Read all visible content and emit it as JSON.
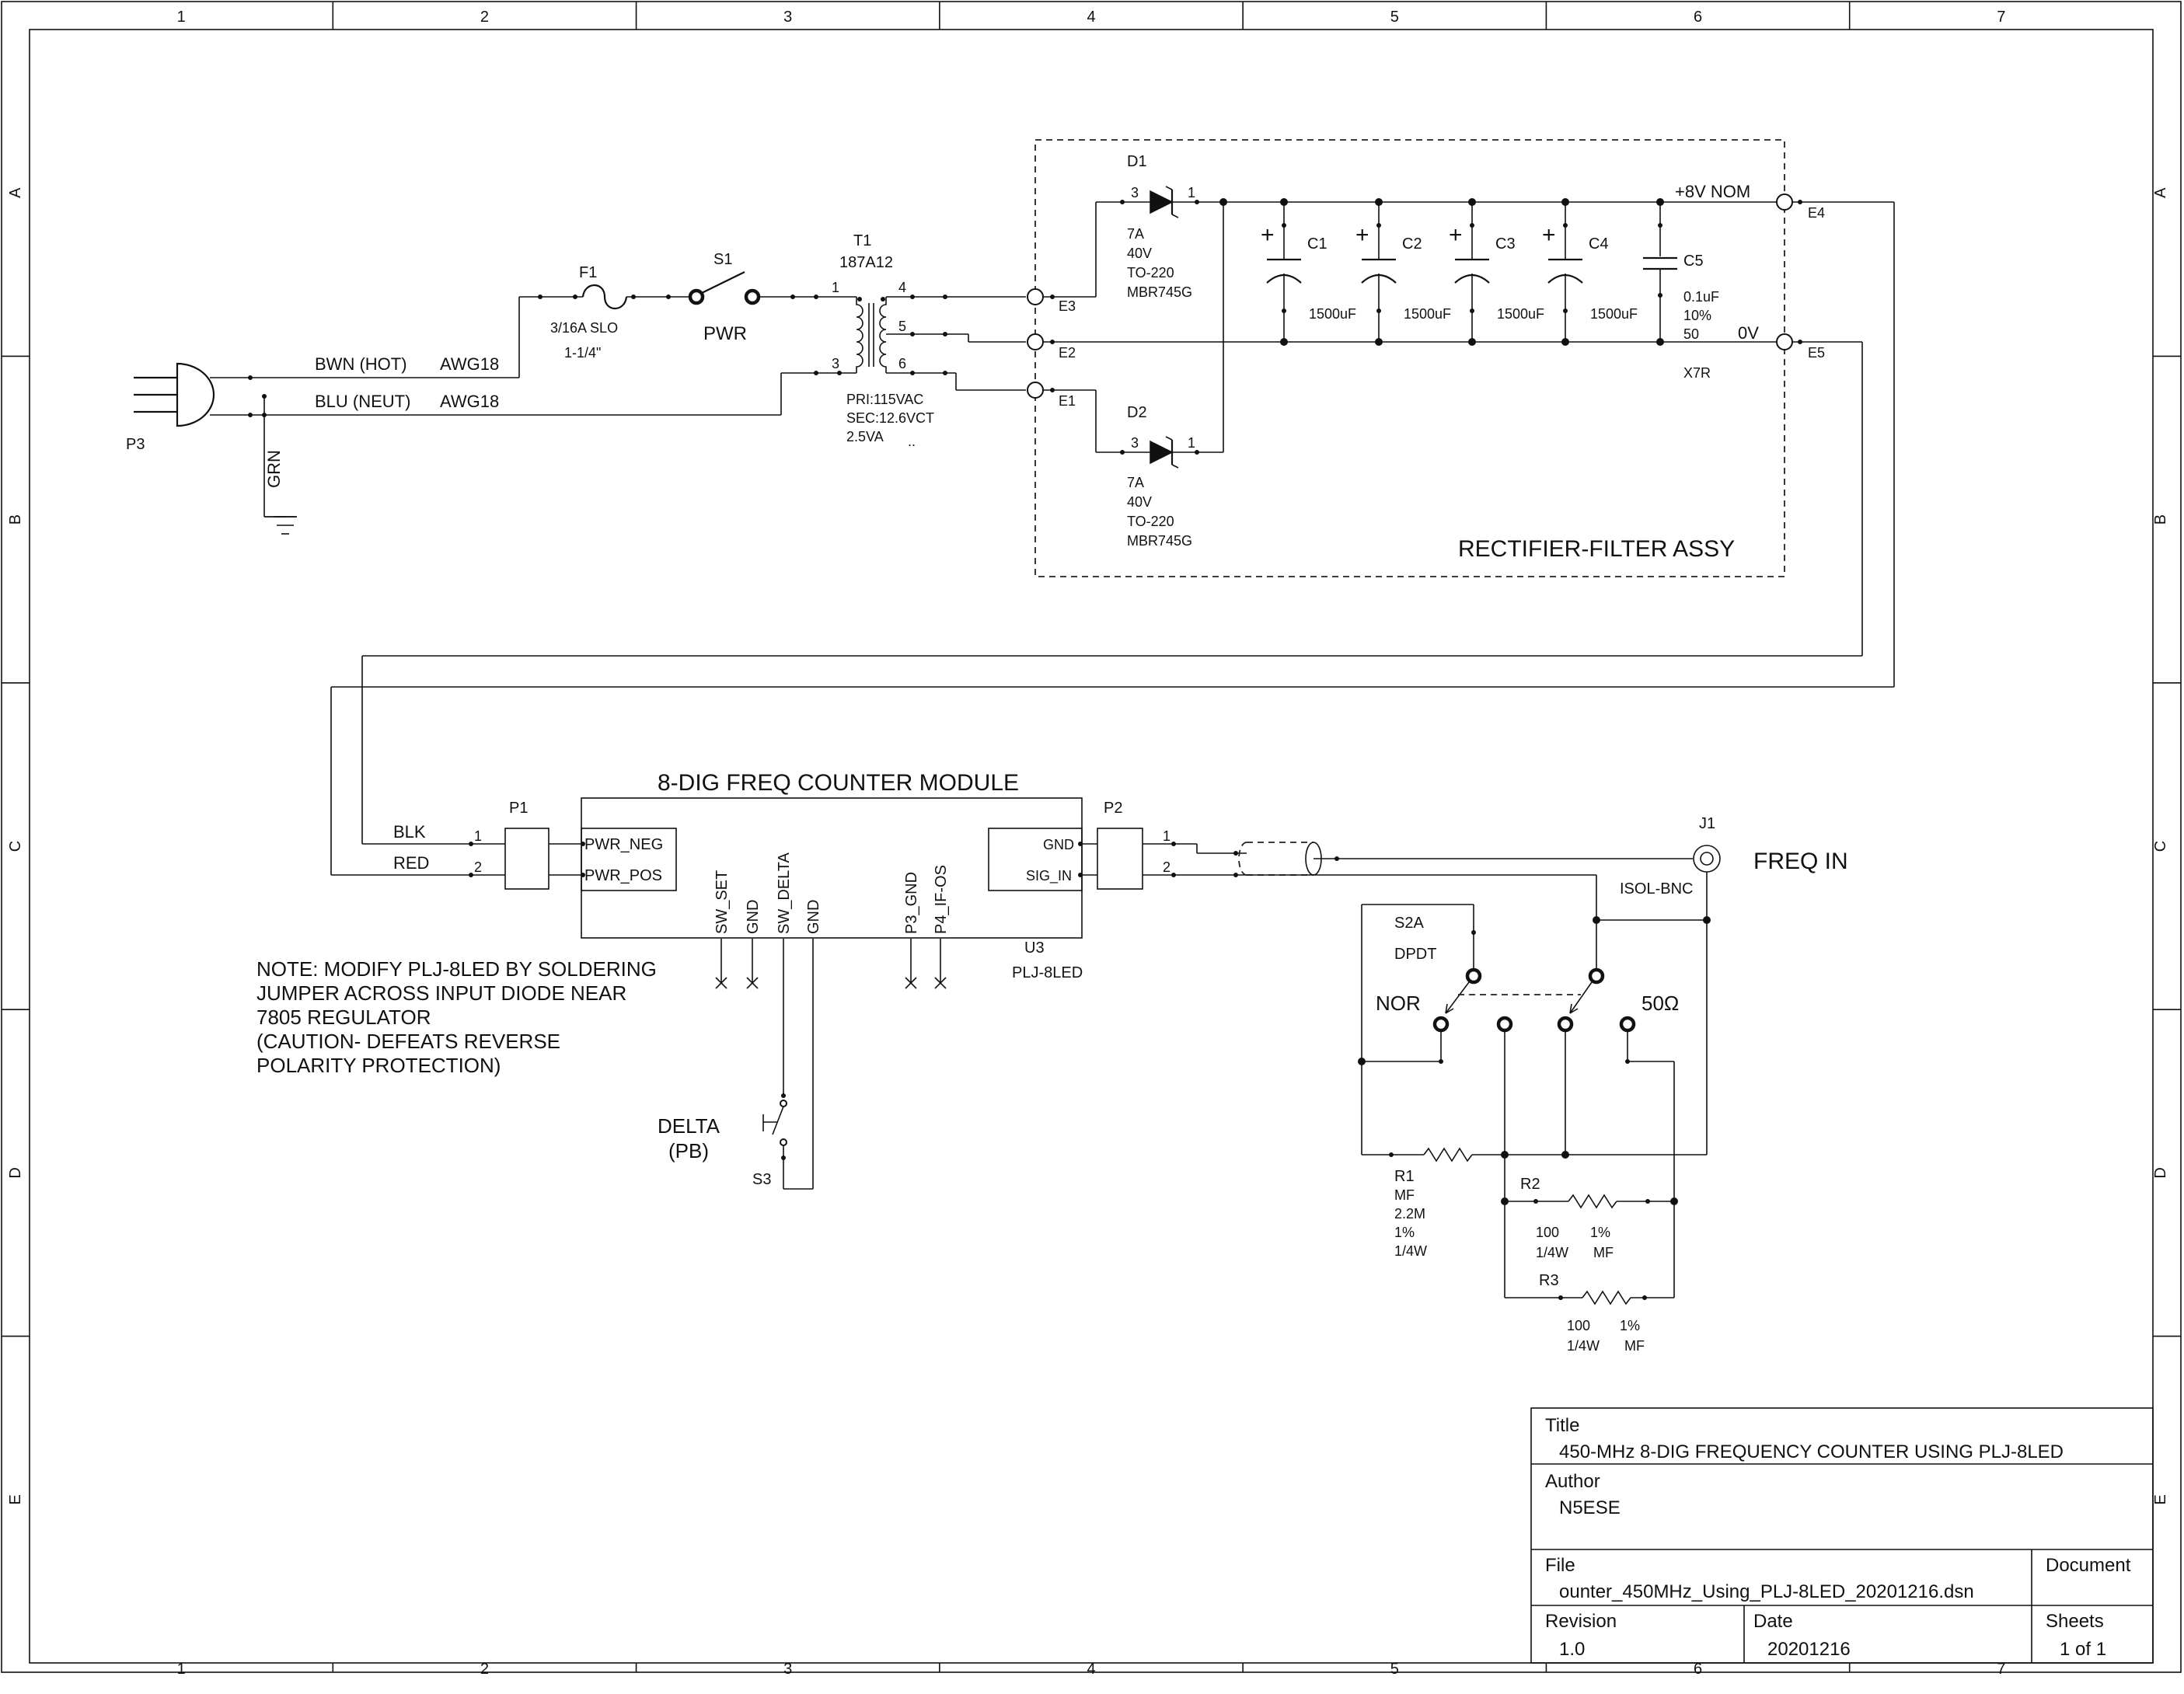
{
  "frame": {
    "columns": [
      "1",
      "2",
      "3",
      "4",
      "5",
      "6",
      "7"
    ],
    "rows": [
      "A",
      "B",
      "C",
      "D",
      "E"
    ]
  },
  "mains": {
    "plug": "P3",
    "hot": "BWN (HOT)",
    "hot_gauge": "AWG18",
    "neutral": "BLU (NEUT)",
    "neutral_gauge": "AWG18",
    "ground": "GRN",
    "fuse_ref": "F1",
    "fuse_rating": "3/16A SLO",
    "fuse_size": "1-1/4\"",
    "switch_ref": "S1",
    "switch_label": "PWR"
  },
  "transformer": {
    "ref": "T1",
    "part": "187A12",
    "pins": [
      "1",
      "3",
      "4",
      "5",
      "6"
    ],
    "pri": "PRI:115VAC",
    "sec": "SEC:12.6VCT",
    "va": "2.5VA",
    "extra": ".."
  },
  "rectifier": {
    "title": "RECTIFIER-FILTER ASSY",
    "terminals": [
      "E1",
      "E2",
      "E3",
      "E4",
      "E5"
    ],
    "d1": {
      "ref": "D1",
      "pin_a": "3",
      "pin_k": "1",
      "spec": [
        "7A",
        "40V",
        "TO-220",
        "MBR745G"
      ]
    },
    "d2": {
      "ref": "D2",
      "pin_a": "3",
      "pin_k": "1",
      "spec": [
        "7A",
        "40V",
        "TO-220",
        "MBR745G"
      ]
    },
    "caps": [
      {
        "ref": "C1",
        "value": "1500uF",
        "polar": "+"
      },
      {
        "ref": "C2",
        "value": "1500uF",
        "polar": "+"
      },
      {
        "ref": "C3",
        "value": "1500uF",
        "polar": "+"
      },
      {
        "ref": "C4",
        "value": "1500uF",
        "polar": "+"
      }
    ],
    "c5": {
      "ref": "C5",
      "spec": [
        "0.1uF",
        "10%",
        "50"
      ],
      "dielectric": "X7R"
    },
    "vpos": "+8V NOM",
    "vzero": "0V"
  },
  "module": {
    "title": "8-DIG FREQ COUNTER MODULE",
    "in_conn": "P1",
    "out_conn": "P2",
    "blk": "BLK",
    "red": "RED",
    "p1_pins": [
      "1",
      "2"
    ],
    "p2_pins": [
      "1",
      "2"
    ],
    "pwr_neg": "PWR_NEG",
    "pwr_pos": "PWR_POS",
    "gnd_out": "GND",
    "sig_in": "SIG_IN",
    "bottom_pins": [
      "SW_SET",
      "GND",
      "SW_DELTA",
      "GND",
      "P3_GND",
      "P4_IF-OS"
    ],
    "ref": "U3",
    "part": "PLJ-8LED"
  },
  "note": [
    "NOTE:  MODIFY PLJ-8LED BY SOLDERING",
    "JUMPER ACROSS INPUT DIODE NEAR",
    "7805 REGULATOR",
    "(CAUTION- DEFEATS REVERSE",
    "POLARITY PROTECTION)"
  ],
  "delta": {
    "label": "DELTA",
    "type": "(PB)",
    "ref": "S3"
  },
  "input": {
    "jack_ref": "J1",
    "jack_part": "ISOL-BNC",
    "label": "FREQ IN",
    "switch_ref": "S2A",
    "switch_type": "DPDT",
    "nor": "NOR",
    "fifty": "50Ω",
    "r1": {
      "ref": "R1",
      "spec": [
        "MF",
        "2.2M",
        "1%",
        "1/4W"
      ]
    },
    "r2": {
      "ref": "R2",
      "v1": "100",
      "v2": "1%",
      "v3": "1/4W",
      "v4": "MF"
    },
    "r3": {
      "ref": "R3",
      "v1": "100",
      "v2": "1%",
      "v3": "1/4W",
      "v4": "MF"
    }
  },
  "titleblock": {
    "title_label": "Title",
    "title": "450-MHz 8-DIG FREQUENCY COUNTER USING PLJ-8LED",
    "author_label": "Author",
    "author": "N5ESE",
    "file_label": "File",
    "file": "ounter_450MHz_Using_PLJ-8LED_20201216.dsn",
    "document_label": "Document",
    "revision_label": "Revision",
    "revision": "1.0",
    "date_label": "Date",
    "date": "20201216",
    "sheets_label": "Sheets",
    "sheets": "1 of 1"
  }
}
